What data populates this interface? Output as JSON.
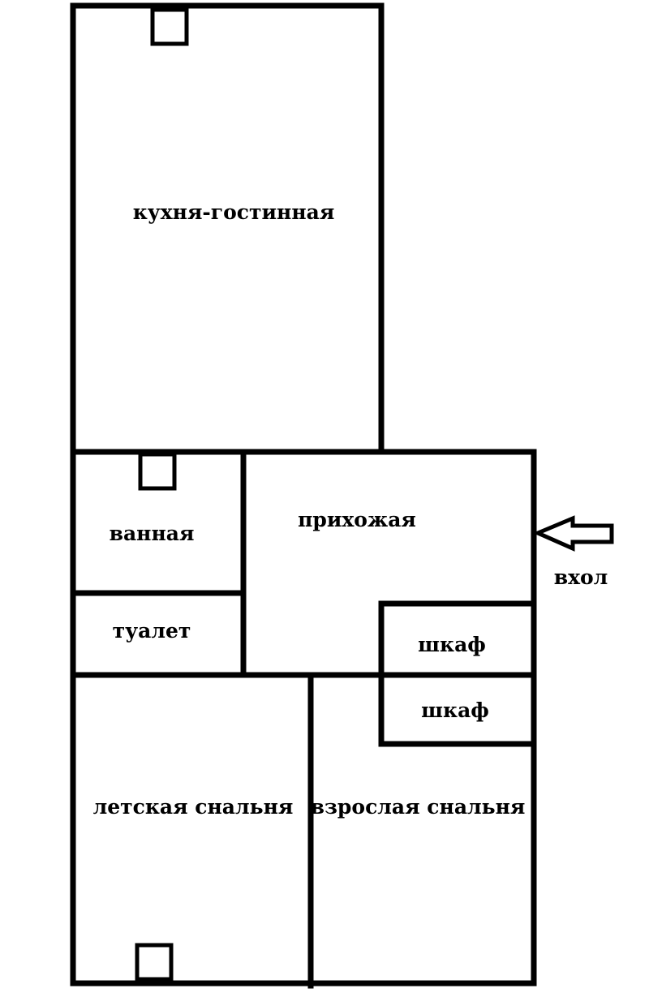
{
  "rooms": {
    "kitchen_living": "кухня-гостинная",
    "bathroom": "ванная",
    "hallway": "прихожая",
    "toilet": "туалет",
    "closet_1": "шкаф",
    "closet_2": "шкаф",
    "kids_bedroom": "летская снальня",
    "adult_bedroom": "взрослая снальня"
  },
  "entrance": {
    "label": "вхол",
    "arrow_icon": "arrow-left-icon"
  },
  "colors": {
    "line": "#000000",
    "background": "#ffffff"
  }
}
